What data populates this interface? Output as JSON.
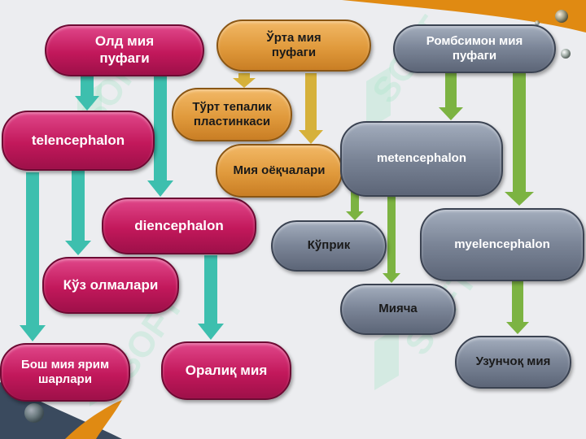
{
  "colors": {
    "pink": "#c2185b",
    "orange": "#e09a3c",
    "slate": "#7a8496",
    "teal_arrow": "#3dbfae",
    "gold_arrow": "#d6b13a",
    "green_arrow": "#7cb342",
    "background": "#ecedf0",
    "corner_accent": "#e08a12"
  },
  "nodes": {
    "old_vesicle": "Олд мия\nпуфаги",
    "telencephalon": "telencephalon",
    "diencephalon": "diencephalon",
    "eye_cups": "Кўз олмалари",
    "hemispheres": "Бош мия ярим\nшарлари",
    "interbrain": "Оралиқ мия",
    "mid_vesicle": "Ўрта мия\nпуфаги",
    "quadrigeminal": "Тўрт тепалик\nпластинкаси",
    "peduncles": "Мия оёқчалари",
    "rhomb_vesicle": "Ромбсимон  мия\nпуфаги",
    "metencephalon": "metencephalon",
    "myelencephalon": "myelencephalon",
    "pons": "Кўприк",
    "cerebellum": "Мияча",
    "medulla": "Узунчоқ мия"
  }
}
